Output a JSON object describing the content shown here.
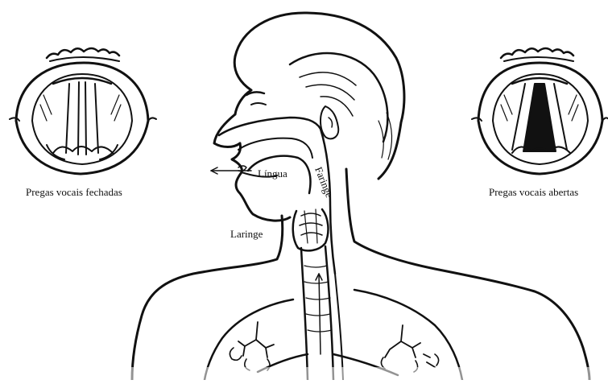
{
  "labels": {
    "vocal_folds_closed": "Pregas vocais fechadas",
    "vocal_folds_open": "Pregas vocais abertas",
    "tongue": "Língua",
    "pharynx": "Faringe",
    "larynx": "Laringe"
  },
  "colors": {
    "line": "#111111",
    "background": "#ffffff",
    "glottis": "#111111",
    "shading": "#d8d8d8"
  }
}
